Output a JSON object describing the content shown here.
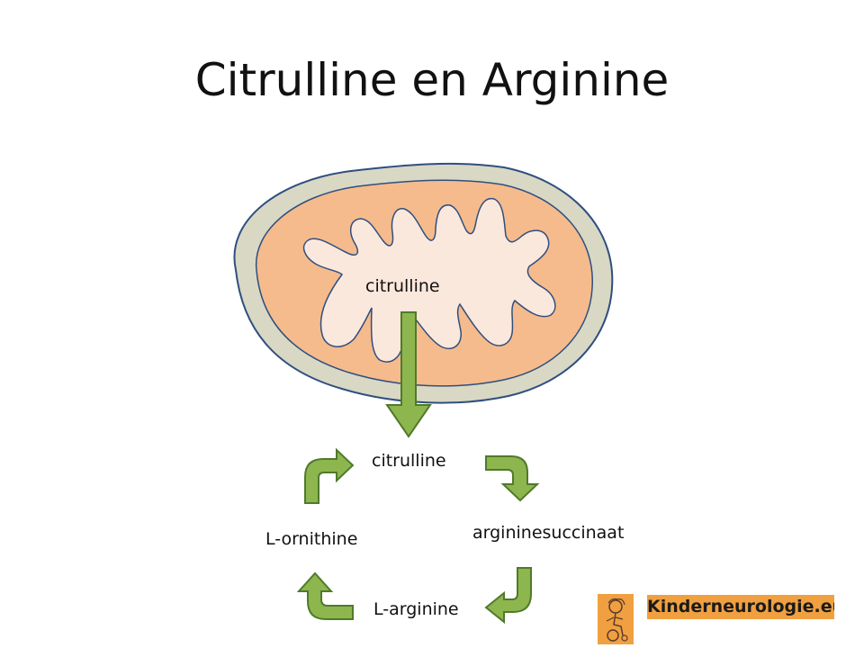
{
  "title": "Citrulline en Arginine",
  "labels": {
    "mito_citrulline": "citrulline",
    "cycle_citrulline": "citrulline",
    "argininesuccinaat": "argininesuccinaat",
    "l_arginine": "L-arginine",
    "l_ornithine": "L-ornithine"
  },
  "logo": {
    "text": "Kinderneurologie.eu"
  },
  "colors": {
    "outer_membrane": "#d8d8c4",
    "intermembrane": "#f5bb8c",
    "matrix": "#fbe8dc",
    "outline": "#2f4f80",
    "arrow_fill": "#8db64f",
    "arrow_stroke": "#507a2a",
    "logo_bg": "#f0a040"
  }
}
